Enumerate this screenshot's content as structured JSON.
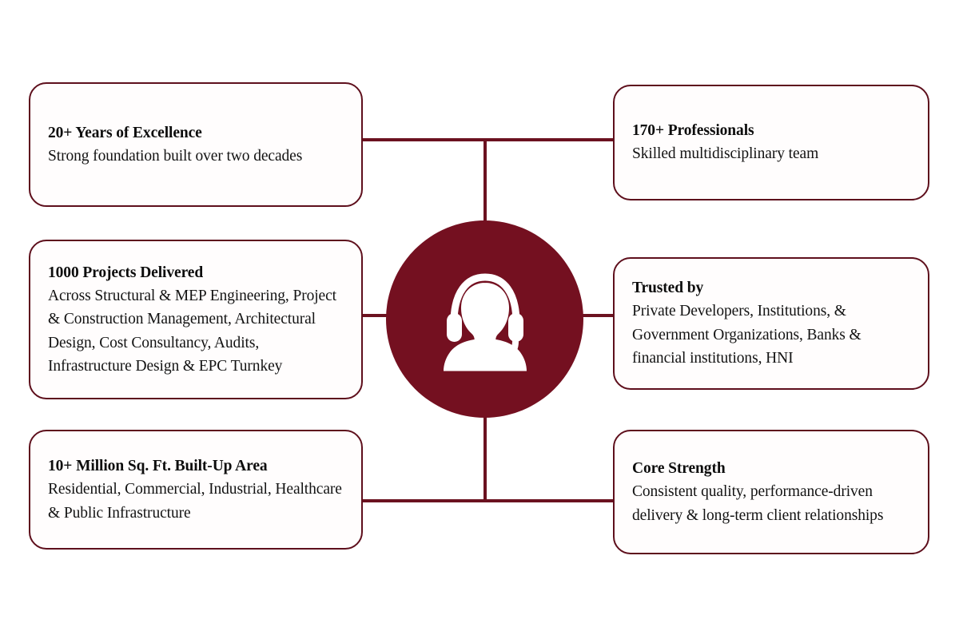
{
  "theme": {
    "maroon": "#741020",
    "border": "#5e0f1c",
    "connector": "#6b1220",
    "background": "#ffffff",
    "text": "#111111"
  },
  "center": {
    "icon": "headset-support-agent-icon",
    "label": "Customer support agent with headset"
  },
  "cards": {
    "years": {
      "title": "20+ Years of Excellence",
      "body": "Strong foundation built over two decades"
    },
    "projects": {
      "title": "1000 Projects Delivered",
      "body": "Across Structural & MEP Engineering, Project & Construction Management, Architectural Design, Cost Consultancy, Audits, Infrastructure Design & EPC Turnkey"
    },
    "area": {
      "title": "10+ Million Sq. Ft. Built-Up Area",
      "body": "Residential, Commercial, Industrial, Healthcare & Public Infrastructure"
    },
    "professionals": {
      "title": "170+ Professionals",
      "body": "Skilled multidisciplinary team"
    },
    "trusted": {
      "title": "Trusted by",
      "body": "Private Developers, Institutions, & Government Organizations, Banks & financial institutions, HNI"
    },
    "core": {
      "title": "Core Strength",
      "body": "Consistent quality, performance-driven delivery & long-term client relationships"
    }
  }
}
